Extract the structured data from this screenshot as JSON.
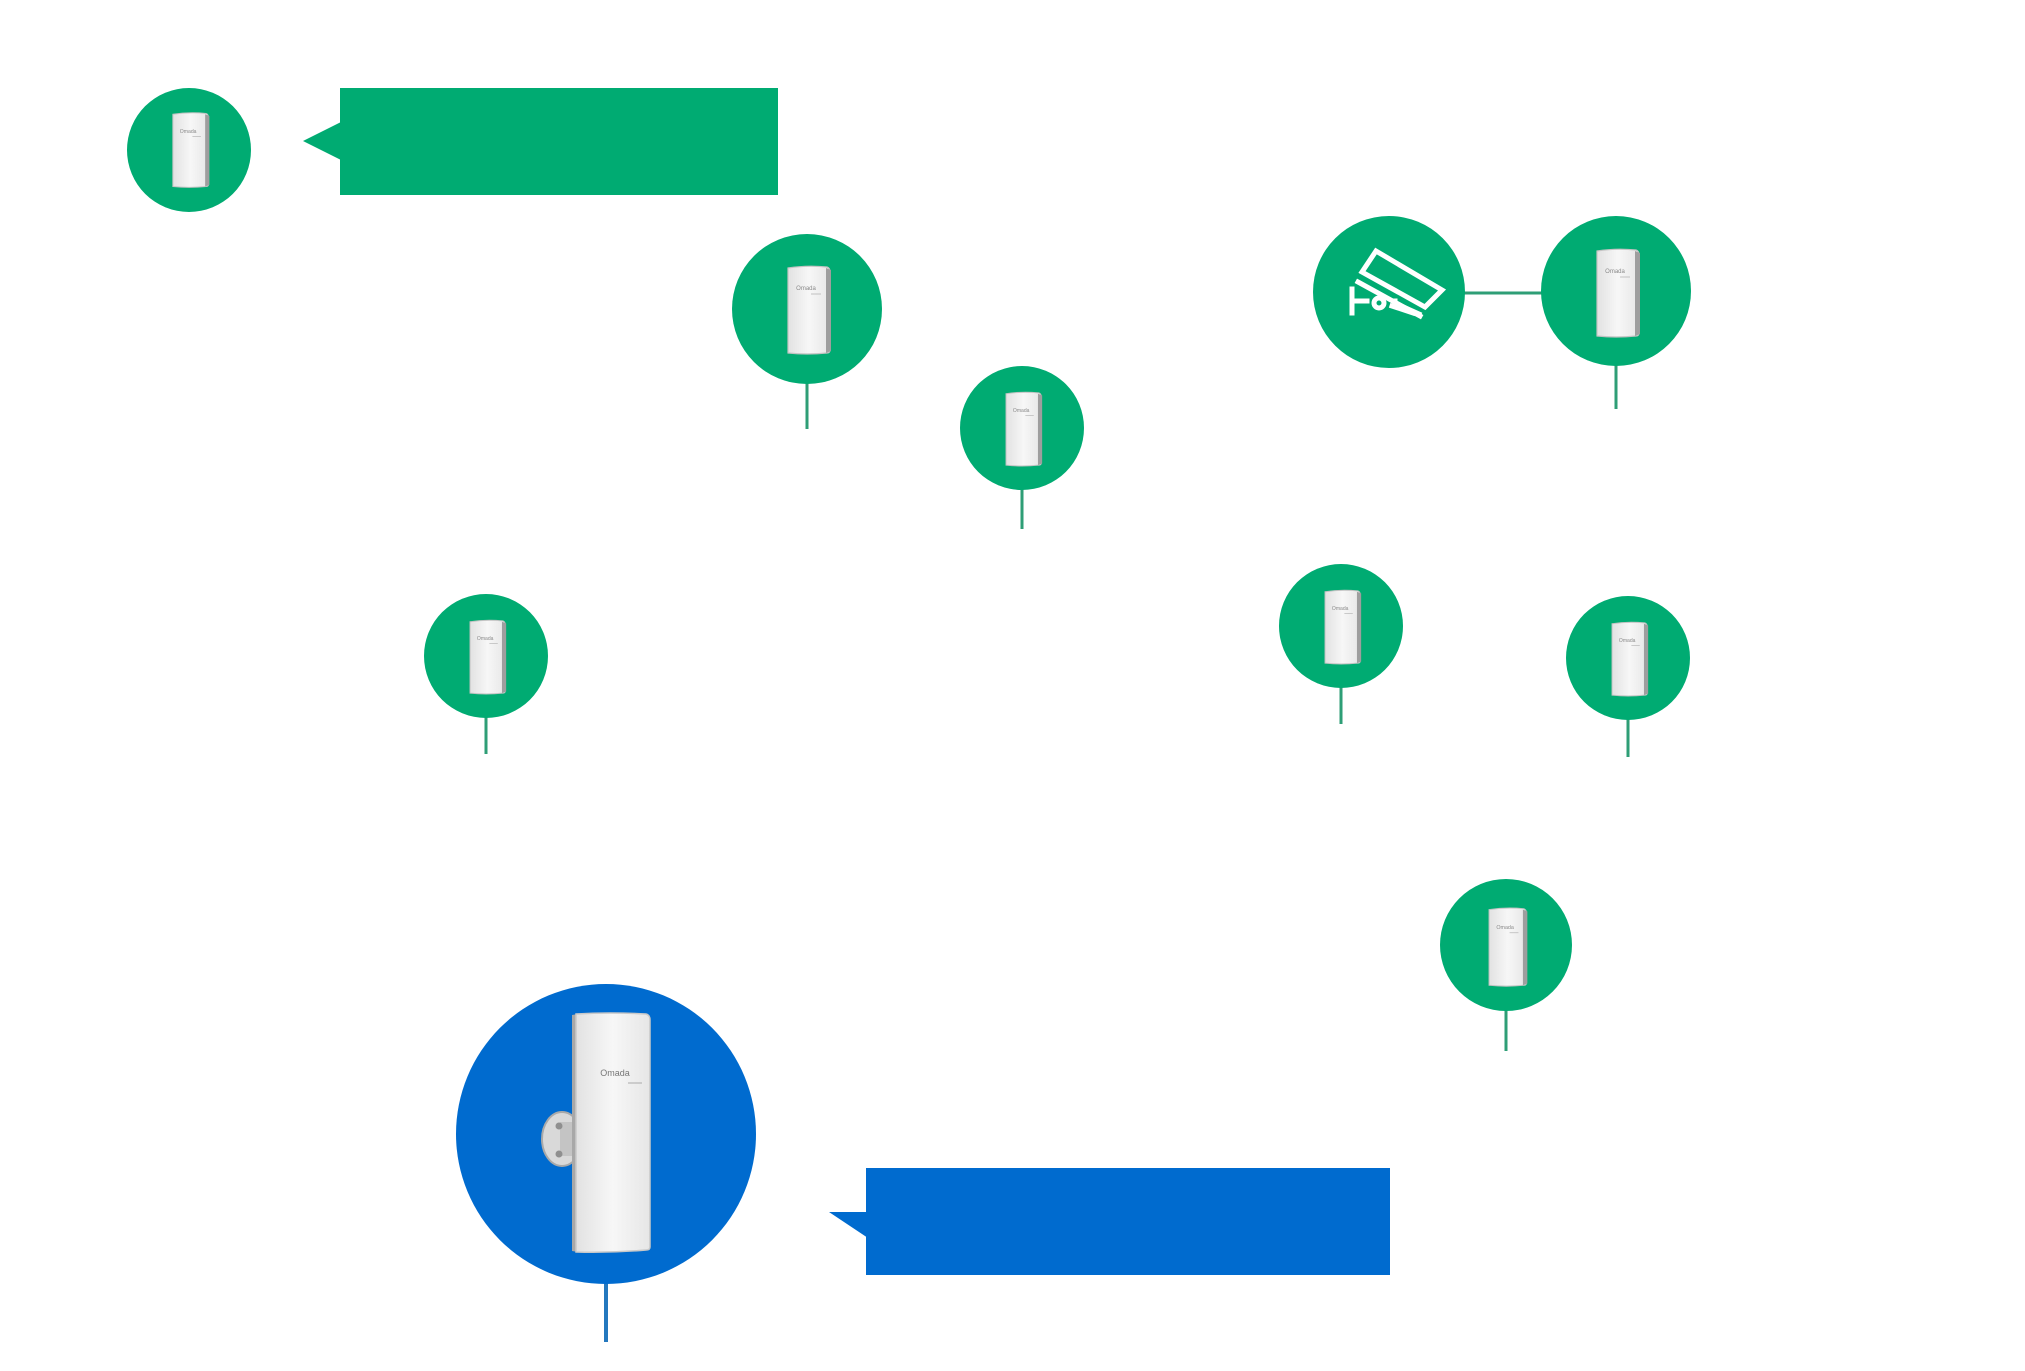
{
  "diagram": {
    "colors": {
      "green": "#00AB72",
      "blue": "#006BCF",
      "connector_green": "#2E9E76",
      "connector_blue": "#2478BE",
      "device_body": "#EEEEEE",
      "device_edge": "#B5B5B5"
    },
    "device_brand": "Omada",
    "green_callout": {
      "label": ""
    },
    "blue_callout": {
      "label": ""
    },
    "nodes": [
      {
        "name": "legend-ap-node",
        "icon": "outdoor-access-point-icon",
        "color": "green"
      },
      {
        "name": "ap-node-1",
        "icon": "outdoor-access-point-icon",
        "color": "green"
      },
      {
        "name": "ap-node-2",
        "icon": "outdoor-access-point-icon",
        "color": "green"
      },
      {
        "name": "ap-node-3",
        "icon": "outdoor-access-point-icon",
        "color": "green"
      },
      {
        "name": "ap-node-4",
        "icon": "outdoor-access-point-icon",
        "color": "green"
      },
      {
        "name": "ap-node-5",
        "icon": "outdoor-access-point-icon",
        "color": "green"
      },
      {
        "name": "ap-node-6",
        "icon": "outdoor-access-point-icon",
        "color": "green"
      },
      {
        "name": "ap-node-7",
        "icon": "outdoor-access-point-icon",
        "color": "green"
      },
      {
        "name": "camera-node",
        "icon": "security-camera-icon",
        "color": "green"
      },
      {
        "name": "featured-ap-node",
        "icon": "wall-mounted-access-point-icon",
        "color": "blue"
      }
    ]
  }
}
